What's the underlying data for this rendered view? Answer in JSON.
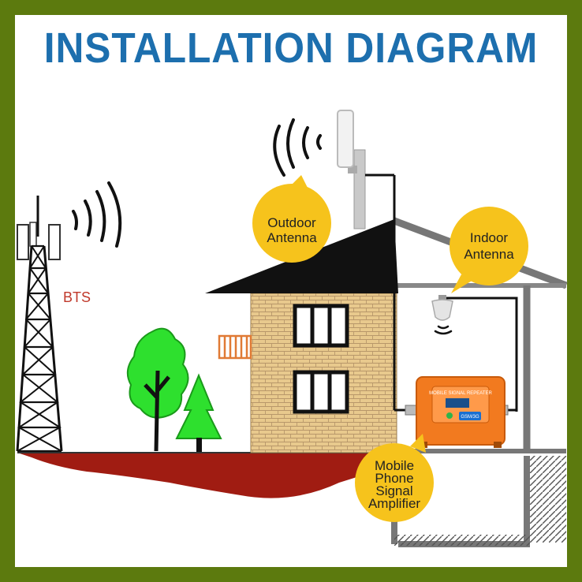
{
  "title": "INSTALLATION DIAGRAM",
  "labels": {
    "bts": "BTS",
    "outdoor_antenna": [
      "Outdoor",
      "Antenna"
    ],
    "indoor_antenna": [
      "Indoor",
      "Antenna"
    ],
    "amplifier": [
      "Mobile",
      "Phone",
      "Signal",
      "Amplifier"
    ]
  },
  "amplifier_device": {
    "header": "MOBILE SIGNAL REPEATER",
    "badge": "GSM/3G"
  },
  "colors": {
    "frame": "#5c7a0e",
    "title": "#1d6fae",
    "ground": "#a01c12",
    "callout": "#f6c31c",
    "brick": "#e8c98d",
    "amplifier": "#f27a1f",
    "tree": "#2ee02e",
    "bts_label": "#c0392b"
  }
}
